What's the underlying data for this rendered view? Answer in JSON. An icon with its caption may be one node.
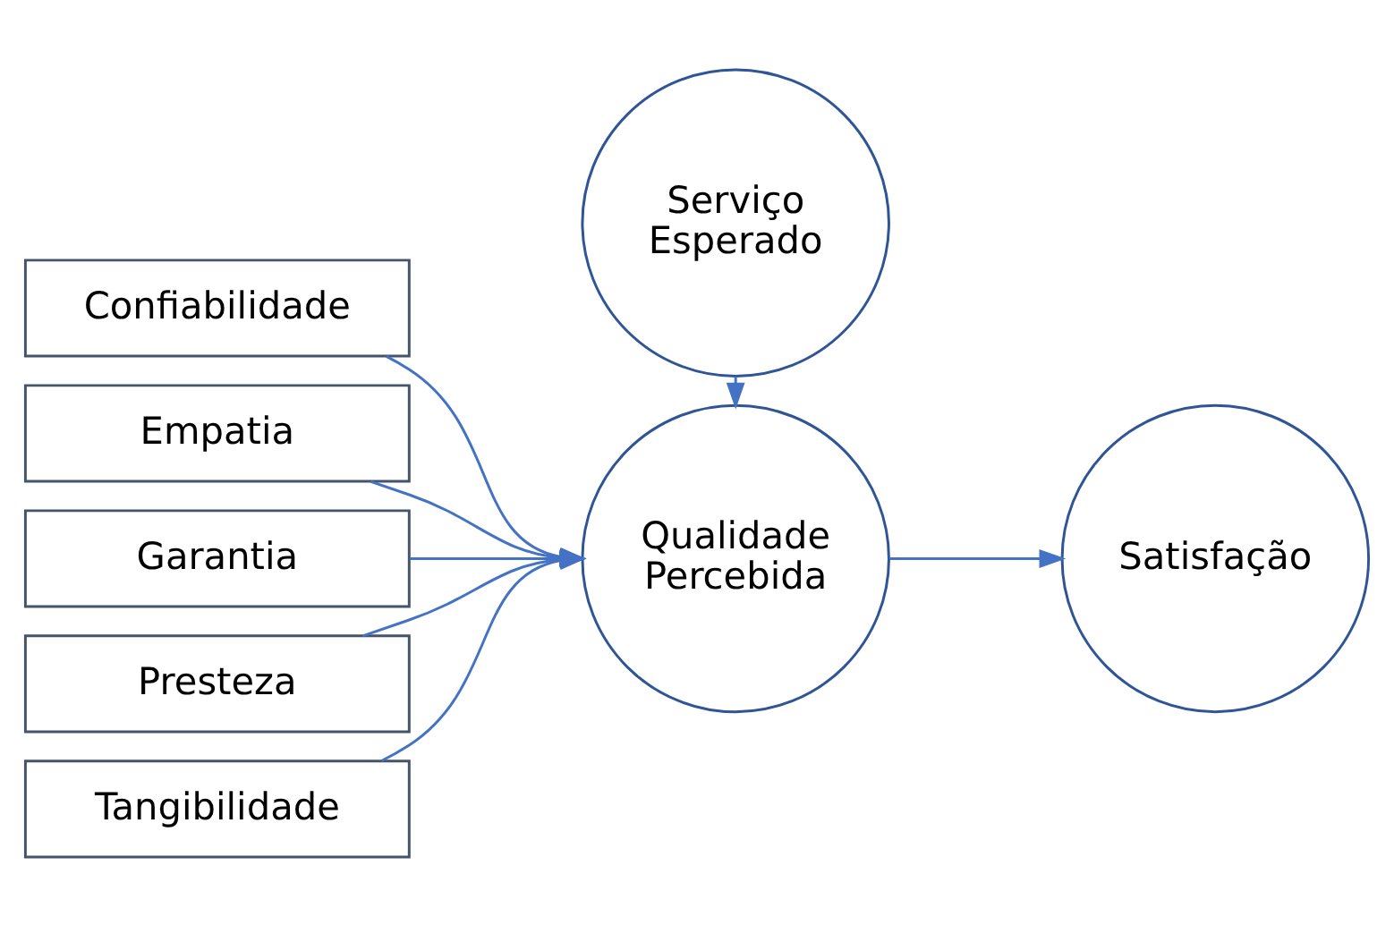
{
  "diagram": {
    "nodes": [
      {
        "text": [
          "Serviço Esperado"
        ]
      },
      {
        "text": [
          "Confiabilidade"
        ]
      },
      {
        "text": [
          "Empatia"
        ]
      },
      {
        "text": [
          "Garantia"
        ]
      },
      {
        "text": [
          "Presteza"
        ]
      },
      {
        "text": [
          "Tangibilidade"
        ]
      },
      {
        "text": [
          "Qualidade Percebida"
        ]
      },
      {
        "text": [
          "Satisfação"
        ]
      }
    ],
    "edges": [
      {
        "from": 0,
        "to": 6,
        "arrow": "to"
      },
      {
        "from": 1,
        "to": 6,
        "arrow": "to"
      },
      {
        "from": 2,
        "to": 6,
        "arrow": "to"
      },
      {
        "from": 3,
        "to": 6,
        "arrow": "to"
      },
      {
        "from": 4,
        "to": 6,
        "arrow": "to"
      },
      {
        "from": 5,
        "to": 6,
        "arrow": "to"
      },
      {
        "from": 6,
        "to": 7,
        "arrow": "to"
      }
    ]
  }
}
